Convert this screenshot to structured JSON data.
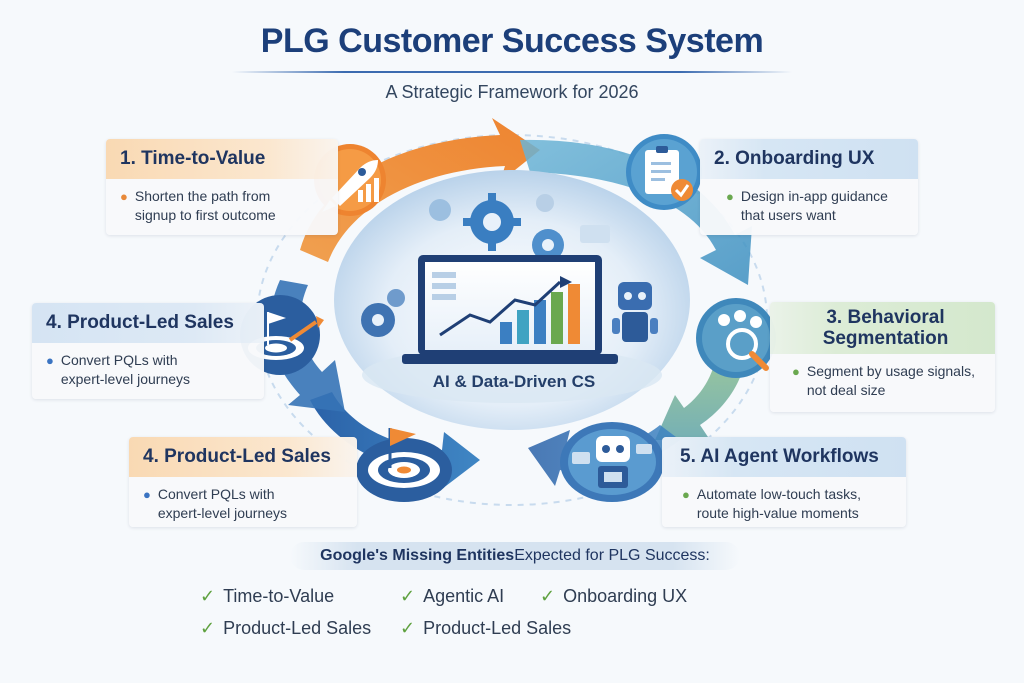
{
  "title": "PLG Customer Success System",
  "subtitle": "A Strategic Framework for 2026",
  "center_label": "AI & Data-Driven CS",
  "cards": {
    "time_to_value": {
      "title": "1. Time-to-Value",
      "desc": "Shorten the path from\nsignup to first outcome",
      "bullet_color": "#e8893a"
    },
    "onboarding_ux": {
      "title": "2. Onboarding UX",
      "desc": "Design in-app guidance\nthat users want",
      "bullet_color": "#6aa84f"
    },
    "behavioral": {
      "title": "3. Behavioral\nSegmentation",
      "desc": "Segment by usage signals,\nnot deal size",
      "bullet_color": "#6aa84f"
    },
    "pls_upper": {
      "title": "4. Product-Led Sales",
      "desc": "Convert PQLs with\nexpert-level journeys",
      "bullet_color": "#3b74c2"
    },
    "pls_lower": {
      "title": "4. Product-Led Sales",
      "desc": "Convert PQLs with\nexpert-level journeys",
      "bullet_color": "#3b74c2"
    },
    "ai_agent": {
      "title": "5. AI Agent Workflows",
      "desc": "Automate low-touch tasks,\nroute high-value moments",
      "bullet_color": "#6aa84f"
    }
  },
  "missing": {
    "bold": "Google's Missing Entities",
    "rest": " Expected for PLG Success:",
    "items": [
      "Time-to-Value",
      "Agentic AI",
      "Onboarding UX",
      "Product-Led Sales",
      "Product-Led Sales"
    ]
  },
  "colors": {
    "orange": "#ef8a35",
    "blue": "#2f6fb3",
    "teal": "#3fa3c2",
    "green": "#7fb24a",
    "navy": "#1c3f7a"
  },
  "icons": [
    "rocket-icon",
    "clipboard-check-icon",
    "user-group-magnify-icon",
    "target-flag-icon",
    "robot-icon",
    "gears-icon",
    "laptop-chart-icon"
  ]
}
